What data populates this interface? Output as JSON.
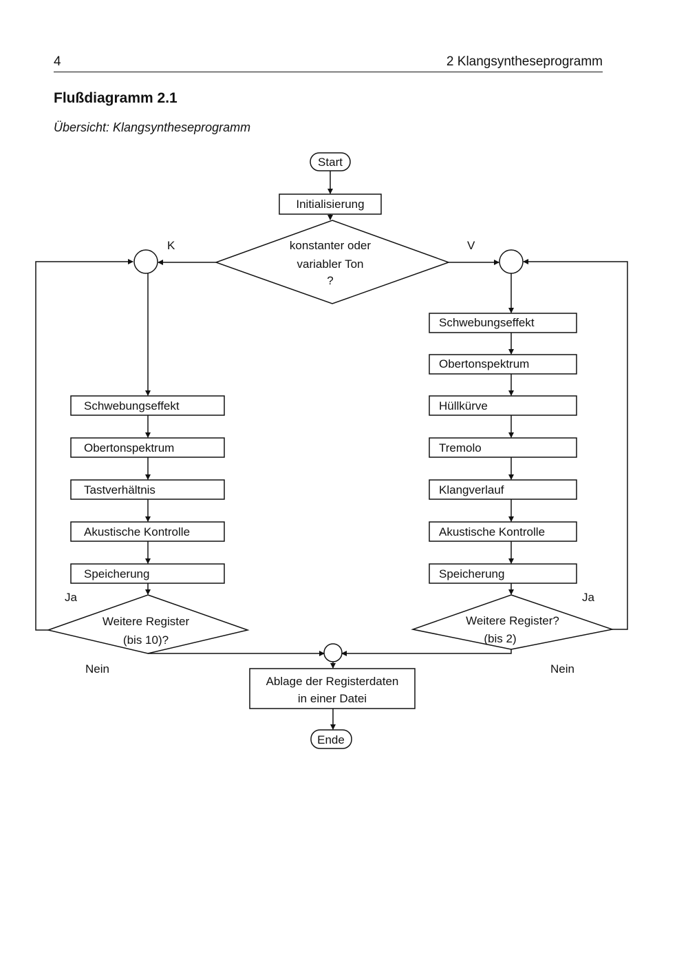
{
  "header": {
    "page_number": "4",
    "chapter_title": "2  Klangsyntheseprogramm"
  },
  "title": "Flußdiagramm 2.1",
  "subtitle": "Übersicht:  Klangsyntheseprogramm",
  "flowchart": {
    "start": "Start",
    "init": "Initialisierung",
    "decision": [
      "konstanter oder",
      "variabler Ton",
      "?"
    ],
    "branch_k_label": "K",
    "branch_v_label": "V",
    "left_steps": [
      "Schwebungseffekt",
      "Obertonspektrum",
      "Tastverhältnis",
      "Akustische Kontrolle",
      "Speicherung"
    ],
    "right_steps": [
      "Schwebungseffekt",
      "Obertonspektrum",
      "Hüllkürve",
      "Tremolo",
      "Klangverlauf",
      "Akustische Kontrolle",
      "Speicherung"
    ],
    "left_loop": [
      "Weitere Register",
      "(bis 10)?"
    ],
    "right_loop": [
      "Weitere Register?",
      "(bis 2)"
    ],
    "yes_label": "Ja",
    "no_label": "Nein",
    "store": [
      "Ablage der Registerdaten",
      "in einer Datei"
    ],
    "end": "Ende"
  }
}
